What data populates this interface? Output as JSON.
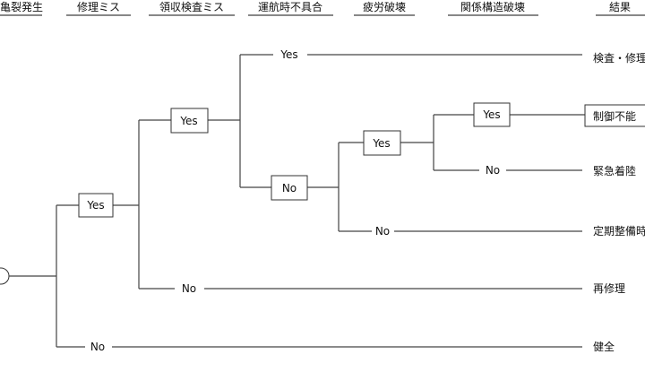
{
  "headers": [
    "亀裂発生",
    "修理ミス",
    "領収検査ミス",
    "運航時不具合",
    "疲労破壊",
    "関係構造破壊",
    "結果"
  ],
  "branches": {
    "b1_yes": "Yes",
    "b1_no": "No",
    "b2_yes": "Yes",
    "b2_no": "No",
    "b3_yes": "Yes",
    "b3_no": "No",
    "b4_yes": "Yes",
    "b4_no": "No",
    "b5_yes": "Yes",
    "b5_no": "No"
  },
  "outcomes": [
    "検査・修理",
    "制御不能",
    "緊急着陸",
    "定期整備時",
    "再修理",
    "健全"
  ]
}
